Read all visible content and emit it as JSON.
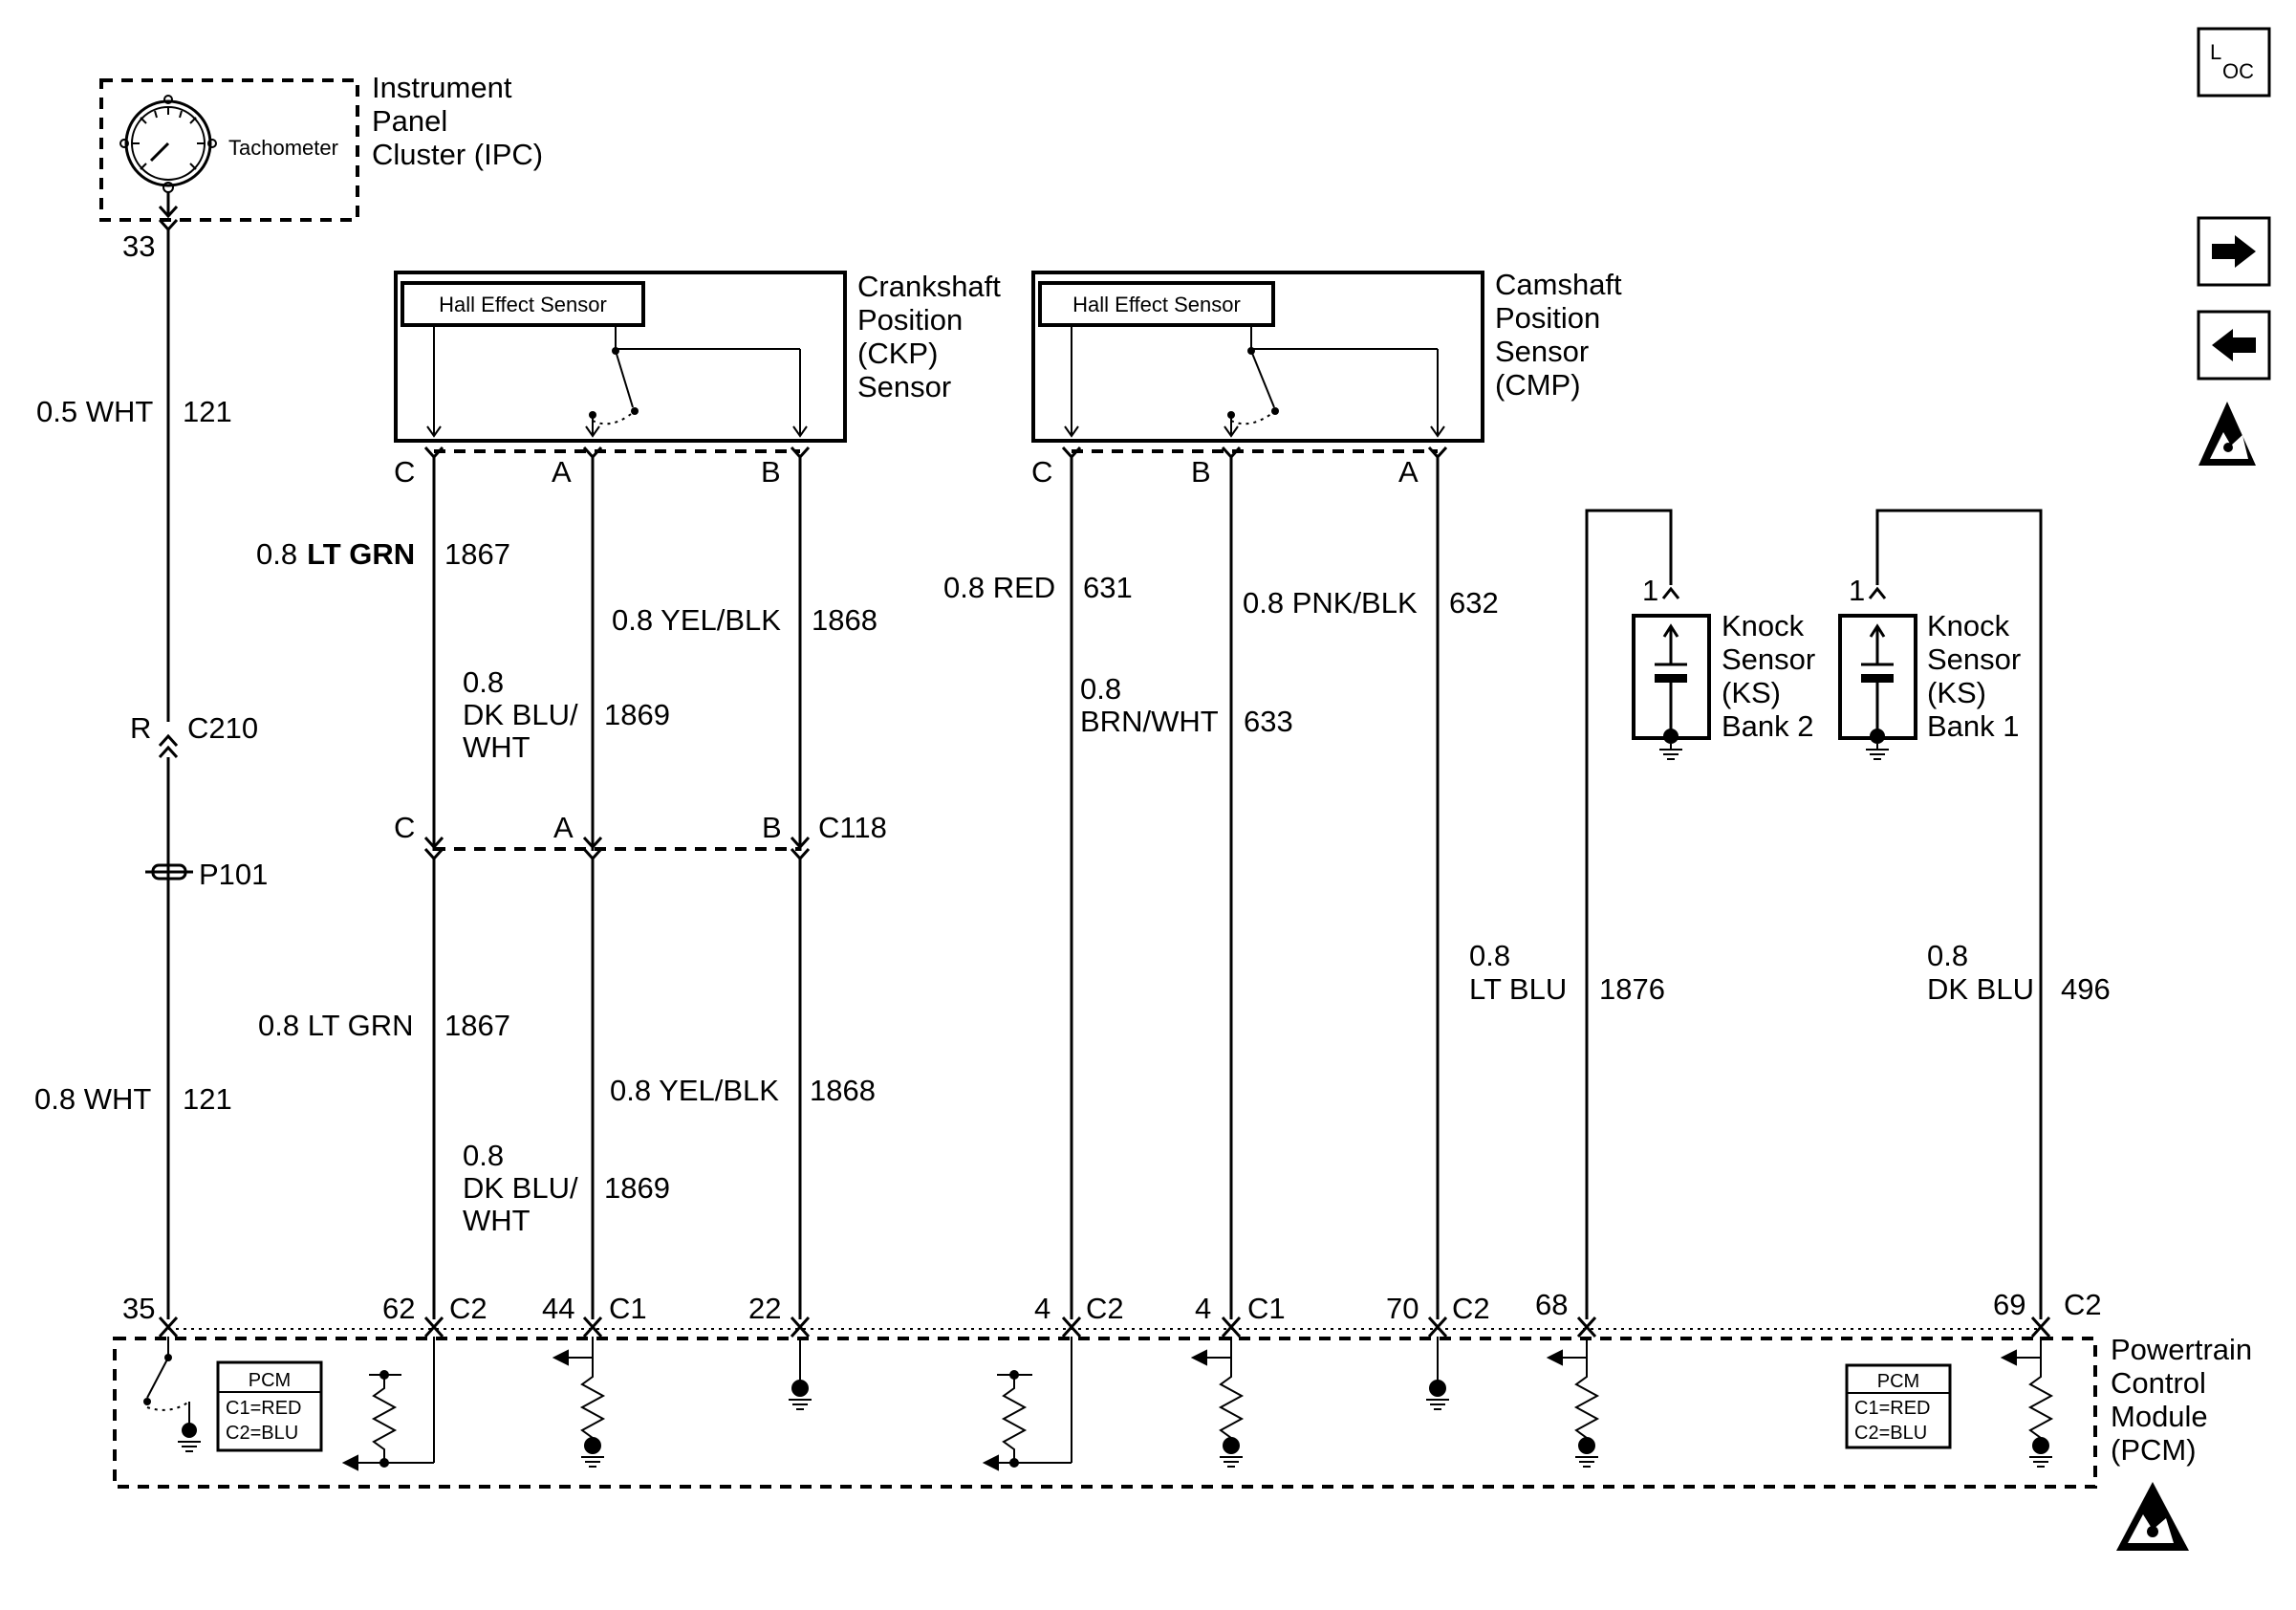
{
  "ipc": {
    "title_lines": [
      "Instrument",
      "Panel",
      "Cluster (IPC)"
    ],
    "gauge": "Tachometer",
    "pin": "33"
  },
  "ckp": {
    "component": "Hall Effect Sensor",
    "title_lines": [
      "Crankshaft",
      "Position",
      "(CKP)",
      "Sensor"
    ],
    "pins": [
      "C",
      "A",
      "B"
    ],
    "connector_pins": [
      "C",
      "A",
      "B"
    ],
    "connector": "C118"
  },
  "cmp": {
    "component": "Hall Effect Sensor",
    "title_lines": [
      "Camshaft",
      "Position",
      "Sensor",
      "(CMP)"
    ],
    "pins": [
      "C",
      "B",
      "A"
    ]
  },
  "knock_bank2": {
    "pin": "1",
    "title_lines": [
      "Knock",
      "Sensor",
      "(KS)",
      "Bank 2"
    ]
  },
  "knock_bank1": {
    "pin": "1",
    "title_lines": [
      "Knock",
      "Sensor",
      "(KS)",
      "Bank 1"
    ]
  },
  "connectors": {
    "c210": "C210",
    "c210_pin": "R",
    "splice": "P101"
  },
  "wires": {
    "w121_upper": {
      "gauge": "0.5 WHT",
      "circuit": "121"
    },
    "w121_lower": {
      "gauge": "0.8 WHT",
      "circuit": "121"
    },
    "w1867_upper": {
      "size": "0.8",
      "color": "LT GRN",
      "circuit": "1867"
    },
    "w1867_lower": {
      "gauge": "0.8 LT GRN",
      "circuit": "1867"
    },
    "w1868_upper": {
      "gauge": "0.8 YEL/BLK",
      "circuit": "1868"
    },
    "w1868_lower": {
      "gauge": "0.8 YEL/BLK",
      "circuit": "1868"
    },
    "w1869_upper": {
      "lines": [
        "0.8",
        "DK BLU/",
        "WHT"
      ],
      "circuit": "1869"
    },
    "w1869_lower": {
      "lines": [
        "0.8",
        "DK BLU/",
        "WHT"
      ],
      "circuit": "1869"
    },
    "w631": {
      "gauge": "0.8 RED",
      "circuit": "631"
    },
    "w633": {
      "lines": [
        "0.8",
        "BRN/WHT"
      ],
      "circuit": "633"
    },
    "w632": {
      "gauge": "0.8 PNK/BLK",
      "circuit": "632"
    },
    "w1876": {
      "lines": [
        "0.8",
        "LT BLU"
      ],
      "circuit": "1876"
    },
    "w496": {
      "lines": [
        "0.8",
        "DK BLU"
      ],
      "circuit": "496"
    }
  },
  "pcm": {
    "title_lines": [
      "Powertrain",
      "Control",
      "Module",
      "(PCM)"
    ],
    "legend": [
      "PCM",
      "C1=RED",
      "C2=BLU"
    ],
    "pins": [
      {
        "num": "35",
        "conn": ""
      },
      {
        "num": "62",
        "conn": "C2"
      },
      {
        "num": "44",
        "conn": "C1"
      },
      {
        "num": "22",
        "conn": ""
      },
      {
        "num": "4",
        "conn": "C2"
      },
      {
        "num": "4",
        "conn": "C1"
      },
      {
        "num": "70",
        "conn": "C2"
      },
      {
        "num": "68",
        "conn": ""
      },
      {
        "num": "69",
        "conn": "C2"
      }
    ]
  },
  "nav": {
    "loc_top": "L",
    "loc_bottom": "OC",
    "next_icon": "arrow-right-icon",
    "prev_icon": "arrow-left-icon",
    "esd_icon": "esd-warning-icon"
  }
}
